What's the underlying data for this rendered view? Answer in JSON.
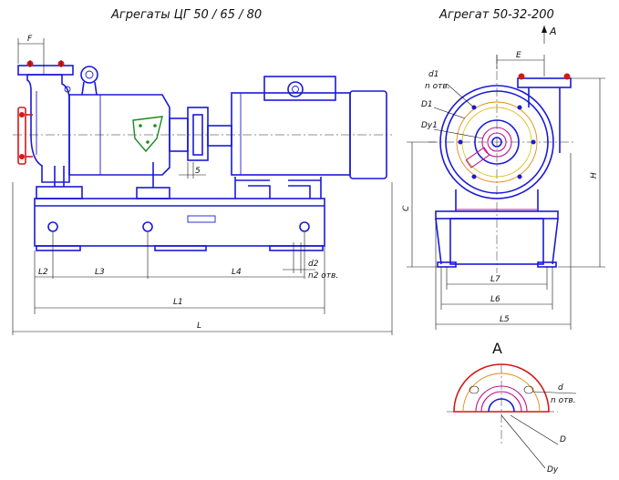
{
  "titles": {
    "side_view": "Агрегаты ЦГ 50 / 65 / 80",
    "front_view": "Агрегат 50-32-200",
    "view_a": "A",
    "view_a_arrow": "A"
  },
  "dimensions": {
    "F": "F",
    "five": "5",
    "L2": "L2",
    "L3": "L3",
    "L4": "L4",
    "L1": "L1",
    "L": "L",
    "d2": "d2",
    "n2_otv": "n2 отв.",
    "E": "E",
    "d1": "d1",
    "n_otv": "n отв.",
    "D1": "D1",
    "Dy1": "Dy1",
    "C": "C",
    "H": "H",
    "L7": "L7",
    "L6": "L6",
    "L5": "L5",
    "d": "d",
    "n_otv_a": "n отв.",
    "D": "D",
    "Dy": "Dy"
  },
  "colors": {
    "outline": "#1a1ad6",
    "flange": "#d11919",
    "coupling_guard": "#1d8a1d",
    "shaft_ring": "#c0168f",
    "circle_orange": "#e38b12",
    "circle_yellow": "#d4c21a"
  }
}
